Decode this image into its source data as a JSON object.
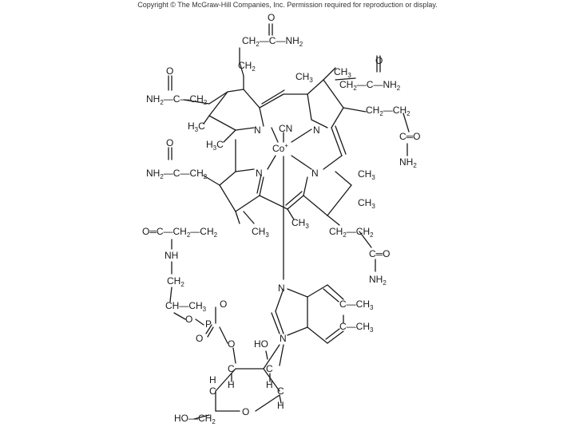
{
  "header": {
    "copyright": "Copyright © The McGraw-Hill Companies, Inc. Permission required for reproduction or display."
  },
  "molecule": {
    "labels": [
      {
        "id": "ch2-top",
        "parts": [
          "CH",
          "2",
          "—C",
          "",
          "—NH",
          "2"
        ]
      },
      {
        "id": "ch2-top2",
        "parts": [
          "CH",
          "2"
        ]
      },
      {
        "id": "o-top",
        "parts": [
          "O"
        ]
      },
      {
        "id": "ch3-top",
        "parts": [
          "CH",
          "3"
        ]
      },
      {
        "id": "ch3-topright",
        "parts": [
          "CH",
          "3"
        ]
      },
      {
        "id": "ch2c-nh2-right",
        "parts": [
          "CH",
          "2",
          "—C",
          "",
          "—NH",
          "2"
        ]
      },
      {
        "id": "o-right",
        "parts": [
          "O"
        ]
      },
      {
        "id": "o-left",
        "parts": [
          "O"
        ]
      },
      {
        "id": "nh2-left",
        "parts": [
          "NH",
          "2",
          "—C",
          "",
          "—CH",
          "2"
        ]
      },
      {
        "id": "ch2ch2-right",
        "parts": [
          "CH",
          "2",
          "—CH",
          "2"
        ]
      },
      {
        "id": "h3c-1",
        "parts": [
          "H",
          "3",
          "C"
        ]
      },
      {
        "id": "h3c-2",
        "parts": [
          "H",
          "3",
          "C"
        ]
      },
      {
        "id": "n-1",
        "parts": [
          "N"
        ]
      },
      {
        "id": "cn",
        "parts": [
          "CN"
        ]
      },
      {
        "id": "n-2",
        "parts": [
          "N"
        ]
      },
      {
        "id": "co",
        "parts": [
          "Co",
          "+"
        ]
      },
      {
        "id": "c-eq-o-right",
        "parts": [
          "C",
          "═O"
        ]
      },
      {
        "id": "nh2-right2",
        "parts": [
          "NH",
          "2"
        ]
      },
      {
        "id": "o-left2",
        "parts": [
          "O"
        ]
      },
      {
        "id": "nh2-left2",
        "parts": [
          "NH",
          "2",
          "—C",
          "",
          "—CH",
          "2"
        ]
      },
      {
        "id": "n-3",
        "parts": [
          "N"
        ]
      },
      {
        "id": "n-4",
        "parts": [
          "N"
        ]
      },
      {
        "id": "ch3-r1",
        "parts": [
          "CH",
          "3"
        ]
      },
      {
        "id": "ch3-r2",
        "parts": [
          "CH",
          "3"
        ]
      },
      {
        "id": "o-amide",
        "parts": [
          "O",
          "═C—CH",
          "2",
          "—CH",
          "2"
        ]
      },
      {
        "id": "ch3-mid",
        "parts": [
          "CH",
          "3"
        ]
      },
      {
        "id": "ch3-mid2",
        "parts": [
          "CH",
          "3"
        ]
      },
      {
        "id": "ch2ch2-low",
        "parts": [
          "CH",
          "2",
          "—CH",
          "2"
        ]
      },
      {
        "id": "nh",
        "parts": [
          "NH"
        ]
      },
      {
        "id": "c-eq-o-low",
        "parts": [
          "C",
          "═O"
        ]
      },
      {
        "id": "nh2-low",
        "parts": [
          "NH",
          "2"
        ]
      },
      {
        "id": "ch2-link",
        "parts": [
          "CH",
          "2"
        ]
      },
      {
        "id": "ch-ch3",
        "parts": [
          "CH",
          "—CH",
          "3"
        ]
      },
      {
        "id": "o-p",
        "parts": [
          "O"
        ]
      },
      {
        "id": "n-bzim",
        "parts": [
          "N"
        ]
      },
      {
        "id": "c-ch3-1",
        "parts": [
          "C",
          "—CH",
          "3"
        ]
      },
      {
        "id": "c-ch3-2",
        "parts": [
          "C",
          "—CH",
          "3"
        ]
      },
      {
        "id": "o-link",
        "parts": [
          "O"
        ]
      },
      {
        "id": "p",
        "parts": [
          "P"
        ]
      },
      {
        "id": "o-p2",
        "parts": [
          "O"
        ]
      },
      {
        "id": "o-p3",
        "parts": [
          "O"
        ]
      },
      {
        "id": "ho",
        "parts": [
          "HO"
        ]
      },
      {
        "id": "n-bzim2",
        "parts": [
          "N"
        ]
      },
      {
        "id": "c-h1",
        "parts": [
          "C"
        ]
      },
      {
        "id": "c-h2",
        "parts": [
          "C"
        ]
      },
      {
        "id": "h1",
        "parts": [
          "H"
        ]
      },
      {
        "id": "h2",
        "parts": [
          "H"
        ]
      },
      {
        "id": "c-low",
        "parts": [
          "C"
        ]
      },
      {
        "id": "h3",
        "parts": [
          "H"
        ]
      },
      {
        "id": "c-low2",
        "parts": [
          "C"
        ]
      },
      {
        "id": "h4",
        "parts": [
          "H"
        ]
      },
      {
        "id": "ho-ch2",
        "parts": [
          "HO—CH",
          "2"
        ]
      },
      {
        "id": "o-ring",
        "parts": [
          "O"
        ]
      }
    ]
  }
}
